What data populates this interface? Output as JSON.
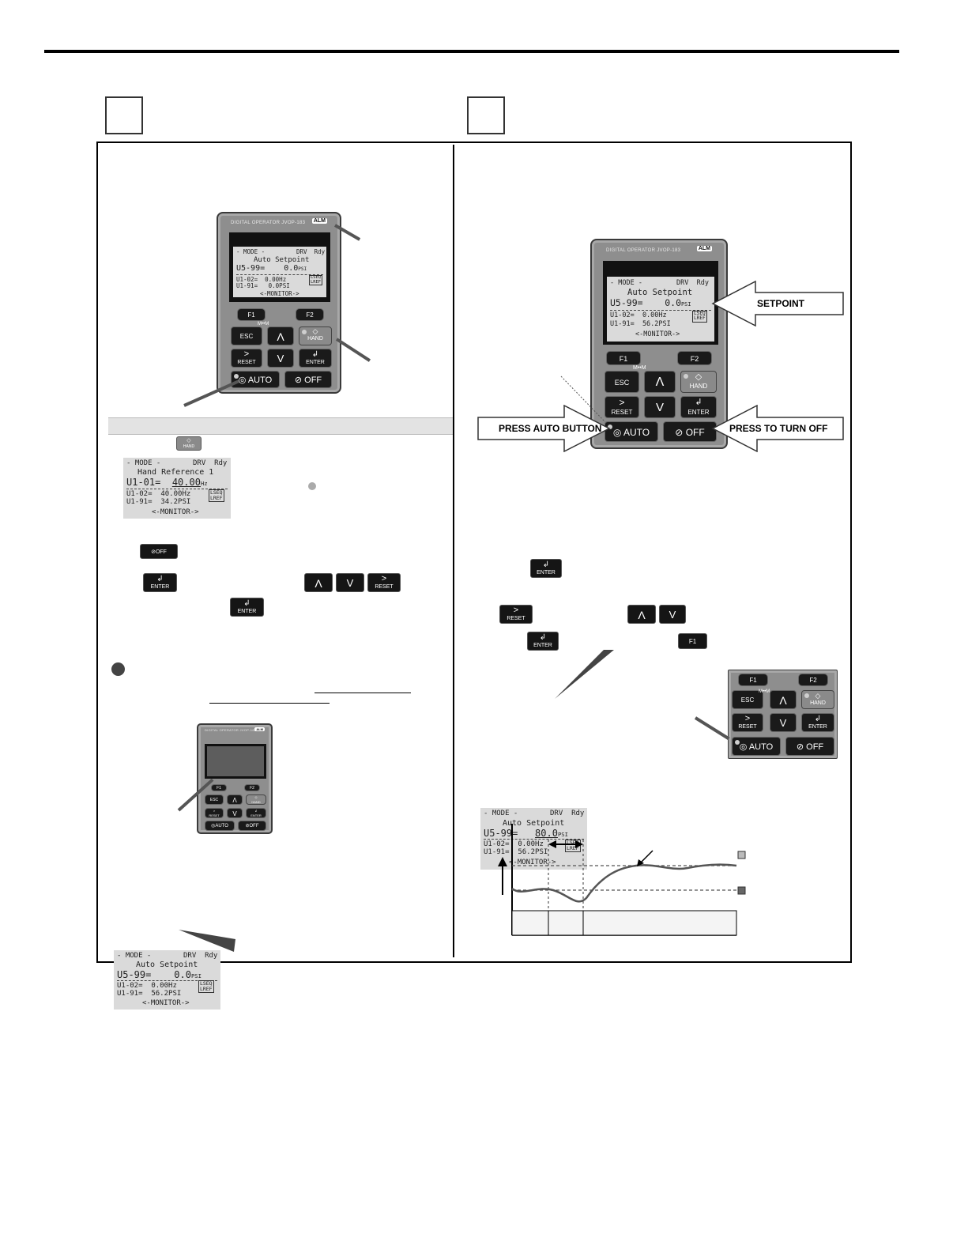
{
  "step_boxes": {
    "left": "",
    "right": ""
  },
  "operator": {
    "model_label": "DIGITAL OPERATOR JVOP-183",
    "alm": "ALM",
    "keys": {
      "f1": "F1",
      "f2": "F2",
      "esc": "ESC",
      "up": "Λ",
      "down": "V",
      "reset_glyph": ">",
      "reset": "RESET",
      "enter_glyph": "↲",
      "enter": "ENTER",
      "hand": "HAND",
      "auto": "AUTO",
      "off": "OFF",
      "mm": "M••M"
    }
  },
  "lcd_auto_setpoint_0": {
    "line1_left": "- MODE -",
    "line1_right": "DRV  Rdy",
    "title": "Auto Setpoint",
    "main_param": "U5-99=",
    "main_value": "0.0",
    "main_unit": "PSI",
    "sub1": "U1-02=  0.00Hz",
    "sub2_left": "U1-91=",
    "sub2_right": "0.0PSI",
    "seq": "LSEQ",
    "ref": "LREF",
    "footer": "<-MONITOR->"
  },
  "lcd_hand_reference": {
    "line1_left": "- MODE -",
    "line1_right": "DRV  Rdy",
    "title": "Hand Reference 1",
    "main_param": "U1-01=",
    "main_value": "40.00",
    "main_unit": "Hz",
    "sub1": "U1-02=  40.00Hz",
    "sub2": "U1-91=  34.2PSI",
    "seq": "LSEQ",
    "ref": "LREF",
    "footer": "<-MONITOR->"
  },
  "lcd_auto_setpoint_562": {
    "line1_left": "- MODE -",
    "line1_right": "DRV  Rdy",
    "title": "Auto Setpoint",
    "main_param": "U5-99=",
    "main_value": "0.0",
    "main_unit": "PSI",
    "sub1": "U1-02=  0.00Hz",
    "sub2": "U1-91=  56.2PSI",
    "seq": "LSEQ",
    "ref": "LREF",
    "footer": "<-MONITOR->"
  },
  "lcd_auto_setpoint_80": {
    "line1_left": "- MODE -",
    "line1_right": "DRV  Rdy",
    "title": "Auto Setpoint",
    "main_param": "U5-99=",
    "main_value": "80.0",
    "main_unit": "PSI",
    "sub1": "U1-02=  0.00Hz",
    "sub2": "U1-91=  56.2PSI",
    "seq": "LSEQ",
    "ref": "LREF",
    "footer": "<-MONITOR->"
  },
  "callouts": {
    "setpoint": "SETPOINT",
    "press_auto": "PRESS AUTO BUTTON",
    "press_off": "PRESS TO TURN OFF"
  },
  "chip_labels": {
    "hand": "HAND",
    "off": "OFF",
    "enter": "ENTER",
    "reset": "RESET",
    "f1": "F1",
    "up": "Λ",
    "down": "V",
    "mm": "•M"
  },
  "colors": {
    "key_black": "#1a1a1a",
    "operator_body": "#8e8e8e",
    "lcd_bg": "#dadada",
    "band": "#e3e3e3"
  }
}
